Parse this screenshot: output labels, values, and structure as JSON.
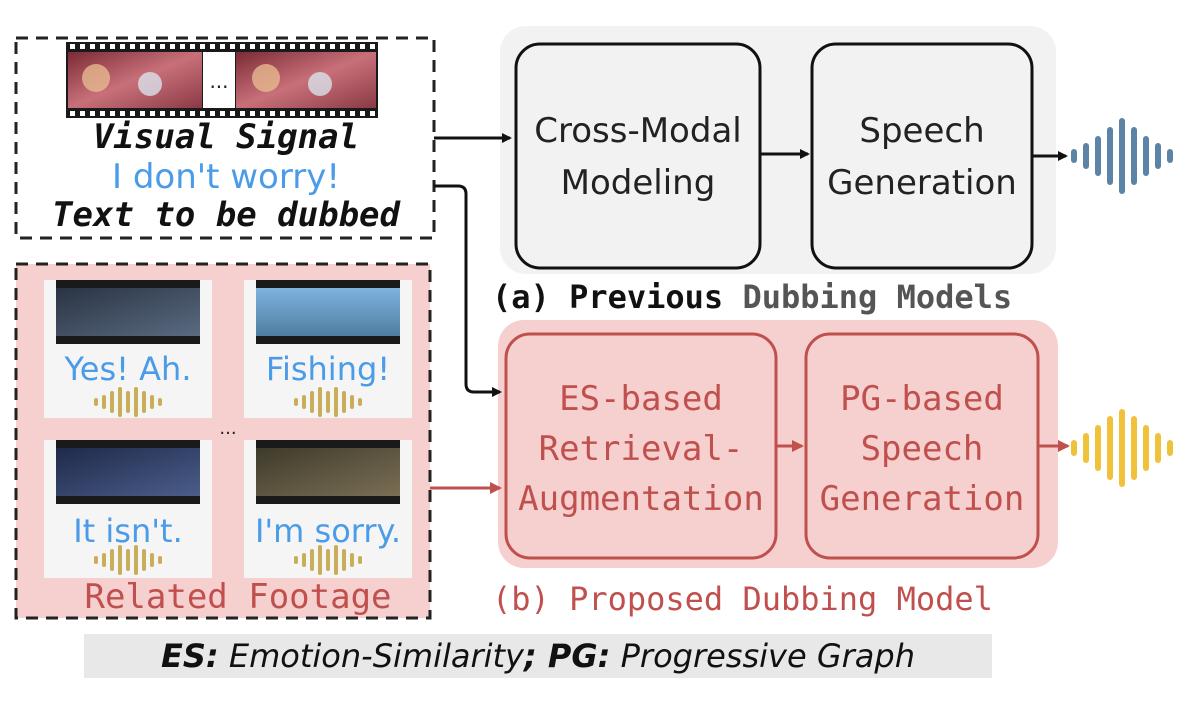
{
  "input": {
    "visual_signal_label": "Visual Signal",
    "ellipsis": "...",
    "text_line": "I don't worry!",
    "text_label": "Text to be dubbed"
  },
  "previous": {
    "box1_line1": "Cross-Modal",
    "box1_line2": "Modeling",
    "box2_line1": "Speech",
    "box2_line2": "Generation",
    "caption_prefix": "(a) Previous",
    "caption_rest": " Dubbing Models"
  },
  "proposed": {
    "box1_line1": "ES-based",
    "box1_line2": "Retrieval-",
    "box1_line3": "Augmentation",
    "box2_line1": "PG-based",
    "box2_line2": "Speech",
    "box2_line3": "Generation",
    "caption": "(b) Proposed Dubbing Model"
  },
  "footage": {
    "clips": [
      "Yes! Ah.",
      "Fishing!",
      "It isn't.",
      "I'm sorry."
    ],
    "ellipsis": "...",
    "label": "Related Footage"
  },
  "legend": {
    "es_key": "ES:",
    "es_value": " Emotion-Similarity",
    "sep": ";",
    "pg_key": " PG:",
    "pg_value": " Progressive Graph"
  },
  "colors": {
    "blue_text": "#4a9be8",
    "red": "#c0504d",
    "red_fill": "#f6cfcf",
    "gray_fill": "#f2f2f2",
    "blue_wave": "#5b84a6",
    "yellow_wave": "#f0c23b",
    "audio_wave": "#c9ad58"
  }
}
